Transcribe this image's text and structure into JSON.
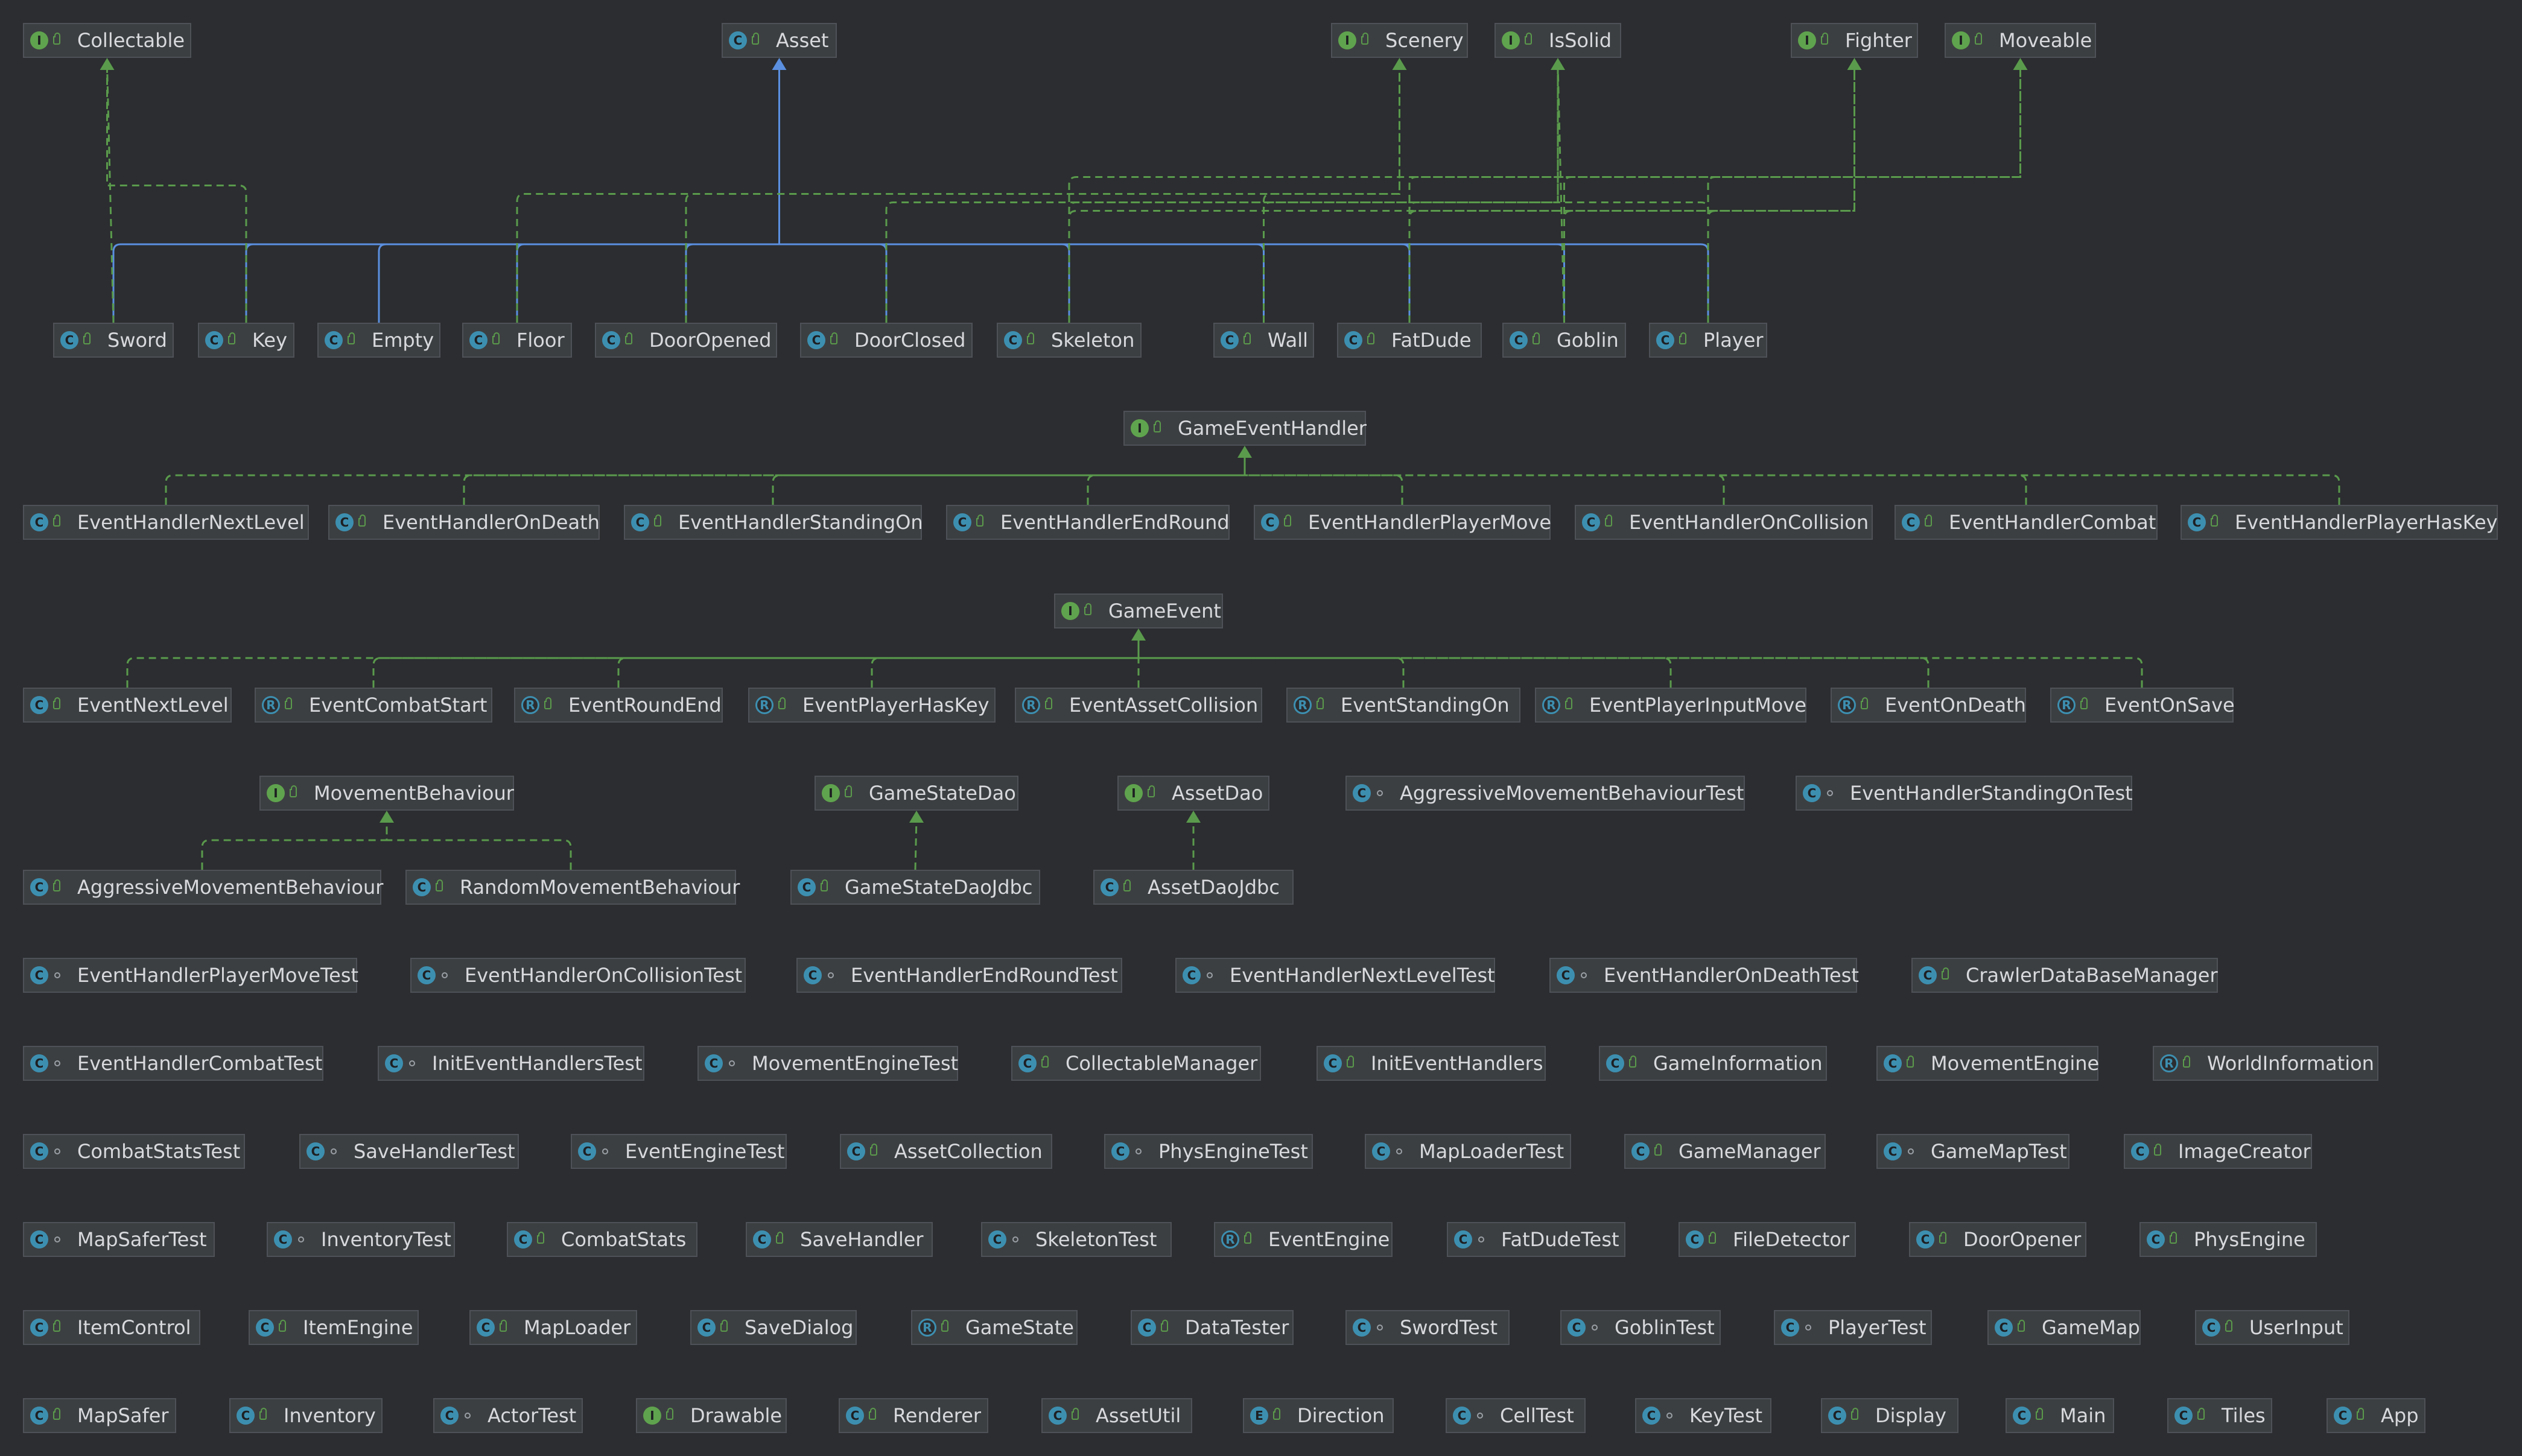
{
  "colors": {
    "background": "#2b2d30",
    "node_fill": "#3c3f41",
    "node_border": "#4e5157",
    "text": "#d7d9dc",
    "interface_icon": "#5fa34e",
    "class_icon": "#3d8fb0",
    "extends_edge": "#5b8fe0",
    "implements_edge": "#5a9a4c"
  },
  "icons": {
    "interface": "interface-icon",
    "class": "class-icon",
    "abstract": "abstract-class-icon",
    "public": "public-lock-icon",
    "package": "package-private-icon"
  },
  "nodes": [
    {
      "id": "Collectable",
      "label": "Collectable",
      "kind": "interface",
      "vis": "public"
    },
    {
      "id": "Asset",
      "label": "Asset",
      "kind": "abstract",
      "vis": "public"
    },
    {
      "id": "Scenery",
      "label": "Scenery",
      "kind": "interface",
      "vis": "public"
    },
    {
      "id": "IsSolid",
      "label": "IsSolid",
      "kind": "interface",
      "vis": "public"
    },
    {
      "id": "Fighter",
      "label": "Fighter",
      "kind": "interface",
      "vis": "public"
    },
    {
      "id": "Moveable",
      "label": "Moveable",
      "kind": "interface",
      "vis": "public"
    },
    {
      "id": "Sword",
      "label": "Sword",
      "kind": "class",
      "vis": "public"
    },
    {
      "id": "Key",
      "label": "Key",
      "kind": "class",
      "vis": "public"
    },
    {
      "id": "Empty",
      "label": "Empty",
      "kind": "class",
      "vis": "public"
    },
    {
      "id": "Floor",
      "label": "Floor",
      "kind": "class",
      "vis": "public"
    },
    {
      "id": "DoorOpened",
      "label": "DoorOpened",
      "kind": "class",
      "vis": "public"
    },
    {
      "id": "DoorClosed",
      "label": "DoorClosed",
      "kind": "class",
      "vis": "public"
    },
    {
      "id": "Skeleton",
      "label": "Skeleton",
      "kind": "class",
      "vis": "public"
    },
    {
      "id": "Wall",
      "label": "Wall",
      "kind": "class",
      "vis": "public"
    },
    {
      "id": "FatDude",
      "label": "FatDude",
      "kind": "class",
      "vis": "public"
    },
    {
      "id": "Goblin",
      "label": "Goblin",
      "kind": "class",
      "vis": "public"
    },
    {
      "id": "Player",
      "label": "Player",
      "kind": "class",
      "vis": "public"
    },
    {
      "id": "GameEventHandler",
      "label": "GameEventHandler",
      "kind": "interface",
      "vis": "public"
    },
    {
      "id": "EventHandlerNextLevel",
      "label": "EventHandlerNextLevel",
      "kind": "class",
      "vis": "public"
    },
    {
      "id": "EventHandlerOnDeath",
      "label": "EventHandlerOnDeath",
      "kind": "class",
      "vis": "public"
    },
    {
      "id": "EventHandlerStandingOn",
      "label": "EventHandlerStandingOn",
      "kind": "class",
      "vis": "public"
    },
    {
      "id": "EventHandlerEndRound",
      "label": "EventHandlerEndRound",
      "kind": "class",
      "vis": "public"
    },
    {
      "id": "EventHandlerPlayerMove",
      "label": "EventHandlerPlayerMove",
      "kind": "class",
      "vis": "public"
    },
    {
      "id": "EventHandlerOnCollision",
      "label": "EventHandlerOnCollision",
      "kind": "class",
      "vis": "public"
    },
    {
      "id": "EventHandlerCombat",
      "label": "EventHandlerCombat",
      "kind": "class",
      "vis": "public"
    },
    {
      "id": "EventHandlerPlayerHasKey",
      "label": "EventHandlerPlayerHasKey",
      "kind": "class",
      "vis": "public"
    },
    {
      "id": "GameEvent",
      "label": "GameEvent",
      "kind": "interface",
      "vis": "public"
    },
    {
      "id": "EventNextLevel",
      "label": "EventNextLevel",
      "kind": "class",
      "vis": "public"
    },
    {
      "id": "EventCombatStart",
      "label": "EventCombatStart",
      "kind": "record",
      "vis": "public"
    },
    {
      "id": "EventRoundEnd",
      "label": "EventRoundEnd",
      "kind": "record",
      "vis": "public"
    },
    {
      "id": "EventPlayerHasKey",
      "label": "EventPlayerHasKey",
      "kind": "record",
      "vis": "public"
    },
    {
      "id": "EventAssetCollision",
      "label": "EventAssetCollision",
      "kind": "record",
      "vis": "public"
    },
    {
      "id": "EventStandingOn",
      "label": "EventStandingOn",
      "kind": "record",
      "vis": "public"
    },
    {
      "id": "EventPlayerInputMove",
      "label": "EventPlayerInputMove",
      "kind": "record",
      "vis": "public"
    },
    {
      "id": "EventOnDeath",
      "label": "EventOnDeath",
      "kind": "record",
      "vis": "public"
    },
    {
      "id": "EventOnSave",
      "label": "EventOnSave",
      "kind": "record",
      "vis": "public"
    },
    {
      "id": "MovementBehaviour",
      "label": "MovementBehaviour",
      "kind": "interface",
      "vis": "public"
    },
    {
      "id": "GameStateDao",
      "label": "GameStateDao",
      "kind": "interface",
      "vis": "public"
    },
    {
      "id": "AssetDao",
      "label": "AssetDao",
      "kind": "interface",
      "vis": "public"
    },
    {
      "id": "AggressiveMovementBehaviourTest",
      "label": "AggressiveMovementBehaviourTest",
      "kind": "test",
      "vis": "package"
    },
    {
      "id": "EventHandlerStandingOnTest",
      "label": "EventHandlerStandingOnTest",
      "kind": "test",
      "vis": "package"
    },
    {
      "id": "AggressiveMovementBehaviour",
      "label": "AggressiveMovementBehaviour",
      "kind": "class",
      "vis": "public"
    },
    {
      "id": "RandomMovementBehaviour",
      "label": "RandomMovementBehaviour",
      "kind": "class",
      "vis": "public"
    },
    {
      "id": "GameStateDaoJdbc",
      "label": "GameStateDaoJdbc",
      "kind": "class",
      "vis": "public"
    },
    {
      "id": "AssetDaoJdbc",
      "label": "AssetDaoJdbc",
      "kind": "class",
      "vis": "public"
    },
    {
      "id": "EventHandlerPlayerMoveTest",
      "label": "EventHandlerPlayerMoveTest",
      "kind": "test",
      "vis": "package"
    },
    {
      "id": "EventHandlerOnCollisionTest",
      "label": "EventHandlerOnCollisionTest",
      "kind": "test",
      "vis": "package"
    },
    {
      "id": "EventHandlerEndRoundTest",
      "label": "EventHandlerEndRoundTest",
      "kind": "test",
      "vis": "package"
    },
    {
      "id": "EventHandlerNextLevelTest",
      "label": "EventHandlerNextLevelTest",
      "kind": "test",
      "vis": "package"
    },
    {
      "id": "EventHandlerOnDeathTest",
      "label": "EventHandlerOnDeathTest",
      "kind": "test",
      "vis": "package"
    },
    {
      "id": "CrawlerDataBaseManager",
      "label": "CrawlerDataBaseManager",
      "kind": "class",
      "vis": "public"
    },
    {
      "id": "EventHandlerCombatTest",
      "label": "EventHandlerCombatTest",
      "kind": "test",
      "vis": "package"
    },
    {
      "id": "InitEventHandlersTest",
      "label": "InitEventHandlersTest",
      "kind": "test",
      "vis": "package"
    },
    {
      "id": "MovementEngineTest",
      "label": "MovementEngineTest",
      "kind": "test",
      "vis": "package"
    },
    {
      "id": "CollectableManager",
      "label": "CollectableManager",
      "kind": "class",
      "vis": "public"
    },
    {
      "id": "InitEventHandlers",
      "label": "InitEventHandlers",
      "kind": "class",
      "vis": "public"
    },
    {
      "id": "GameInformation",
      "label": "GameInformation",
      "kind": "class",
      "vis": "public"
    },
    {
      "id": "MovementEngine",
      "label": "MovementEngine",
      "kind": "class",
      "vis": "public"
    },
    {
      "id": "WorldInformation",
      "label": "WorldInformation",
      "kind": "record",
      "vis": "public"
    },
    {
      "id": "CombatStatsTest",
      "label": "CombatStatsTest",
      "kind": "test",
      "vis": "package"
    },
    {
      "id": "SaveHandlerTest",
      "label": "SaveHandlerTest",
      "kind": "test",
      "vis": "package"
    },
    {
      "id": "EventEngineTest",
      "label": "EventEngineTest",
      "kind": "test",
      "vis": "package"
    },
    {
      "id": "AssetCollection",
      "label": "AssetCollection",
      "kind": "class",
      "vis": "public"
    },
    {
      "id": "PhysEngineTest",
      "label": "PhysEngineTest",
      "kind": "test",
      "vis": "package"
    },
    {
      "id": "MapLoaderTest",
      "label": "MapLoaderTest",
      "kind": "test",
      "vis": "package"
    },
    {
      "id": "GameManager",
      "label": "GameManager",
      "kind": "class",
      "vis": "public"
    },
    {
      "id": "GameMapTest",
      "label": "GameMapTest",
      "kind": "test",
      "vis": "package"
    },
    {
      "id": "ImageCreator",
      "label": "ImageCreator",
      "kind": "class",
      "vis": "public"
    },
    {
      "id": "MapSaferTest",
      "label": "MapSaferTest",
      "kind": "test",
      "vis": "package"
    },
    {
      "id": "InventoryTest",
      "label": "InventoryTest",
      "kind": "test",
      "vis": "package"
    },
    {
      "id": "CombatStats",
      "label": "CombatStats",
      "kind": "class",
      "vis": "public"
    },
    {
      "id": "SaveHandler",
      "label": "SaveHandler",
      "kind": "class",
      "vis": "public"
    },
    {
      "id": "SkeletonTest",
      "label": "SkeletonTest",
      "kind": "test",
      "vis": "package"
    },
    {
      "id": "EventEngine",
      "label": "EventEngine",
      "kind": "record",
      "vis": "public"
    },
    {
      "id": "FatDudeTest",
      "label": "FatDudeTest",
      "kind": "test",
      "vis": "package"
    },
    {
      "id": "FileDetector",
      "label": "FileDetector",
      "kind": "class",
      "vis": "public"
    },
    {
      "id": "DoorOpener",
      "label": "DoorOpener",
      "kind": "class",
      "vis": "public"
    },
    {
      "id": "PhysEngine",
      "label": "PhysEngine",
      "kind": "class",
      "vis": "public"
    },
    {
      "id": "ItemControl",
      "label": "ItemControl",
      "kind": "class",
      "vis": "public"
    },
    {
      "id": "ItemEngine",
      "label": "ItemEngine",
      "kind": "class",
      "vis": "public"
    },
    {
      "id": "MapLoader",
      "label": "MapLoader",
      "kind": "class",
      "vis": "public"
    },
    {
      "id": "SaveDialog",
      "label": "SaveDialog",
      "kind": "class",
      "vis": "public"
    },
    {
      "id": "GameState",
      "label": "GameState",
      "kind": "record",
      "vis": "public"
    },
    {
      "id": "DataTester",
      "label": "DataTester",
      "kind": "class",
      "vis": "public"
    },
    {
      "id": "SwordTest",
      "label": "SwordTest",
      "kind": "test",
      "vis": "package"
    },
    {
      "id": "GoblinTest",
      "label": "GoblinTest",
      "kind": "test",
      "vis": "package"
    },
    {
      "id": "PlayerTest",
      "label": "PlayerTest",
      "kind": "test",
      "vis": "package"
    },
    {
      "id": "GameMap",
      "label": "GameMap",
      "kind": "class",
      "vis": "public"
    },
    {
      "id": "UserInput",
      "label": "UserInput",
      "kind": "class",
      "vis": "public"
    },
    {
      "id": "MapSafer",
      "label": "MapSafer",
      "kind": "class",
      "vis": "public"
    },
    {
      "id": "Inventory",
      "label": "Inventory",
      "kind": "class",
      "vis": "public"
    },
    {
      "id": "ActorTest",
      "label": "ActorTest",
      "kind": "class",
      "vis": "package"
    },
    {
      "id": "Drawable",
      "label": "Drawable",
      "kind": "interface",
      "vis": "public"
    },
    {
      "id": "Renderer",
      "label": "Renderer",
      "kind": "class",
      "vis": "public"
    },
    {
      "id": "AssetUtil",
      "label": "AssetUtil",
      "kind": "class",
      "vis": "public"
    },
    {
      "id": "Direction",
      "label": "Direction",
      "kind": "enum",
      "vis": "public"
    },
    {
      "id": "CellTest",
      "label": "CellTest",
      "kind": "class",
      "vis": "package"
    },
    {
      "id": "KeyTest",
      "label": "KeyTest",
      "kind": "test",
      "vis": "package"
    },
    {
      "id": "Display",
      "label": "Display",
      "kind": "class",
      "vis": "public"
    },
    {
      "id": "Main",
      "label": "Main",
      "kind": "class",
      "vis": "public"
    },
    {
      "id": "Tiles",
      "label": "Tiles",
      "kind": "class",
      "vis": "public"
    },
    {
      "id": "App",
      "label": "App",
      "kind": "test",
      "vis": "public"
    }
  ],
  "edges": [
    {
      "from": "Sword",
      "to": "Asset",
      "type": "extends"
    },
    {
      "from": "Key",
      "to": "Asset",
      "type": "extends"
    },
    {
      "from": "Empty",
      "to": "Asset",
      "type": "extends"
    },
    {
      "from": "Floor",
      "to": "Asset",
      "type": "extends"
    },
    {
      "from": "DoorOpened",
      "to": "Asset",
      "type": "extends"
    },
    {
      "from": "DoorClosed",
      "to": "Asset",
      "type": "extends"
    },
    {
      "from": "Skeleton",
      "to": "Asset",
      "type": "extends"
    },
    {
      "from": "Wall",
      "to": "Asset",
      "type": "extends"
    },
    {
      "from": "FatDude",
      "to": "Asset",
      "type": "extends"
    },
    {
      "from": "Goblin",
      "to": "Asset",
      "type": "extends"
    },
    {
      "from": "Player",
      "to": "Asset",
      "type": "extends"
    },
    {
      "from": "Sword",
      "to": "Collectable",
      "type": "implements"
    },
    {
      "from": "Key",
      "to": "Collectable",
      "type": "implements"
    },
    {
      "from": "Floor",
      "to": "Scenery",
      "type": "implements"
    },
    {
      "from": "DoorOpened",
      "to": "Scenery",
      "type": "implements"
    },
    {
      "from": "Wall",
      "to": "Scenery",
      "type": "implements"
    },
    {
      "from": "DoorClosed",
      "to": "IsSolid",
      "type": "implements"
    },
    {
      "from": "Wall",
      "to": "IsSolid",
      "type": "implements"
    },
    {
      "from": "Skeleton",
      "to": "IsSolid",
      "type": "implements"
    },
    {
      "from": "FatDude",
      "to": "IsSolid",
      "type": "implements"
    },
    {
      "from": "Goblin",
      "to": "IsSolid",
      "type": "implements"
    },
    {
      "from": "Player",
      "to": "IsSolid",
      "type": "implements"
    },
    {
      "from": "Skeleton",
      "to": "Fighter",
      "type": "implements"
    },
    {
      "from": "FatDude",
      "to": "Fighter",
      "type": "implements"
    },
    {
      "from": "Goblin",
      "to": "Fighter",
      "type": "implements"
    },
    {
      "from": "Player",
      "to": "Fighter",
      "type": "implements"
    },
    {
      "from": "Skeleton",
      "to": "Moveable",
      "type": "implements"
    },
    {
      "from": "FatDude",
      "to": "Moveable",
      "type": "implements"
    },
    {
      "from": "Goblin",
      "to": "Moveable",
      "type": "implements"
    },
    {
      "from": "Player",
      "to": "Moveable",
      "type": "implements"
    },
    {
      "from": "EventHandlerNextLevel",
      "to": "GameEventHandler",
      "type": "implements"
    },
    {
      "from": "EventHandlerOnDeath",
      "to": "GameEventHandler",
      "type": "implements"
    },
    {
      "from": "EventHandlerStandingOn",
      "to": "GameEventHandler",
      "type": "implements"
    },
    {
      "from": "EventHandlerEndRound",
      "to": "GameEventHandler",
      "type": "implements"
    },
    {
      "from": "EventHandlerPlayerMove",
      "to": "GameEventHandler",
      "type": "implements"
    },
    {
      "from": "EventHandlerOnCollision",
      "to": "GameEventHandler",
      "type": "implements"
    },
    {
      "from": "EventHandlerCombat",
      "to": "GameEventHandler",
      "type": "implements"
    },
    {
      "from": "EventHandlerPlayerHasKey",
      "to": "GameEventHandler",
      "type": "implements"
    },
    {
      "from": "EventNextLevel",
      "to": "GameEvent",
      "type": "implements"
    },
    {
      "from": "EventCombatStart",
      "to": "GameEvent",
      "type": "implements"
    },
    {
      "from": "EventRoundEnd",
      "to": "GameEvent",
      "type": "implements"
    },
    {
      "from": "EventPlayerHasKey",
      "to": "GameEvent",
      "type": "implements"
    },
    {
      "from": "EventAssetCollision",
      "to": "GameEvent",
      "type": "implements"
    },
    {
      "from": "EventStandingOn",
      "to": "GameEvent",
      "type": "implements"
    },
    {
      "from": "EventPlayerInputMove",
      "to": "GameEvent",
      "type": "implements"
    },
    {
      "from": "EventOnDeath",
      "to": "GameEvent",
      "type": "implements"
    },
    {
      "from": "EventOnSave",
      "to": "GameEvent",
      "type": "implements"
    },
    {
      "from": "AggressiveMovementBehaviour",
      "to": "MovementBehaviour",
      "type": "implements"
    },
    {
      "from": "RandomMovementBehaviour",
      "to": "MovementBehaviour",
      "type": "implements"
    },
    {
      "from": "GameStateDaoJdbc",
      "to": "GameStateDao",
      "type": "implements"
    },
    {
      "from": "AssetDaoJdbc",
      "to": "AssetDao",
      "type": "implements"
    }
  ]
}
